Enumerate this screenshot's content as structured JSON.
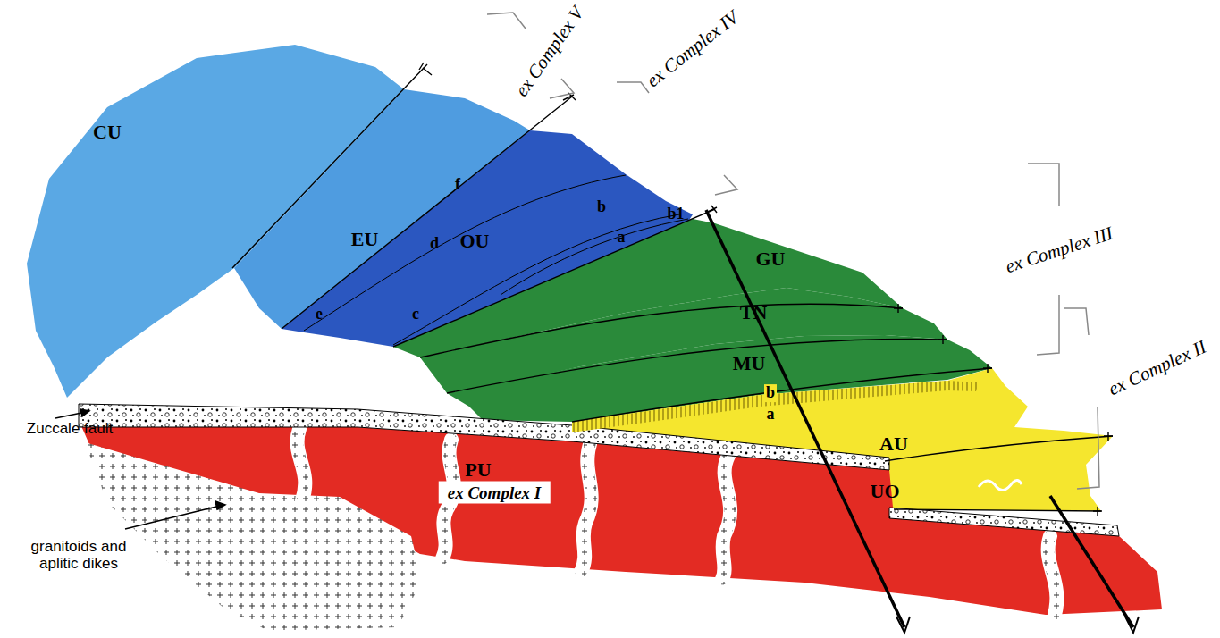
{
  "diagram": {
    "nodes": [
      {
        "text": [
          "CU"
        ]
      },
      {
        "text": [
          "EU"
        ]
      },
      {
        "text": [
          "OU"
        ]
      },
      {
        "text": [
          "GU"
        ]
      },
      {
        "text": [
          "TN"
        ]
      },
      {
        "text": [
          "MU"
        ]
      },
      {
        "text": [
          "AU"
        ]
      },
      {
        "text": [
          "UO"
        ]
      },
      {
        "text": [
          "PU",
          "ex Complex I"
        ]
      }
    ],
    "labels": [
      "ex Complex V",
      "ex Complex IV",
      "f",
      "d",
      "b",
      "b1",
      "a",
      "c",
      "e",
      "ex Complex III",
      "b",
      "a",
      "ex Complex II",
      "Zuccale fault",
      "granitoids and aplitic dikes"
    ]
  }
}
